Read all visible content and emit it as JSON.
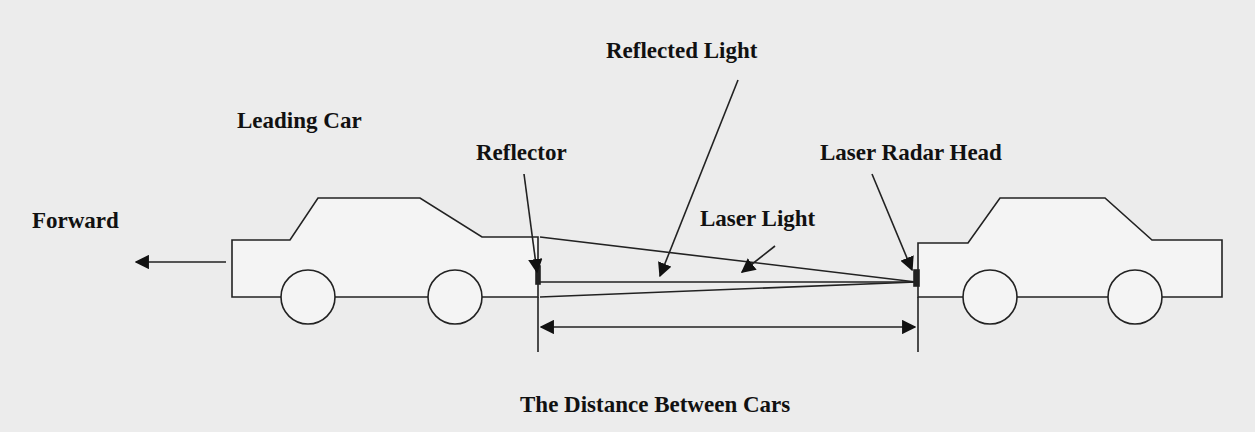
{
  "diagram": {
    "labels": [
      "Reflected Light",
      "Leading Car",
      "Reflector",
      "Laser Radar Head",
      "Forward",
      "Laser Light",
      "The Distance Between Cars"
    ]
  }
}
